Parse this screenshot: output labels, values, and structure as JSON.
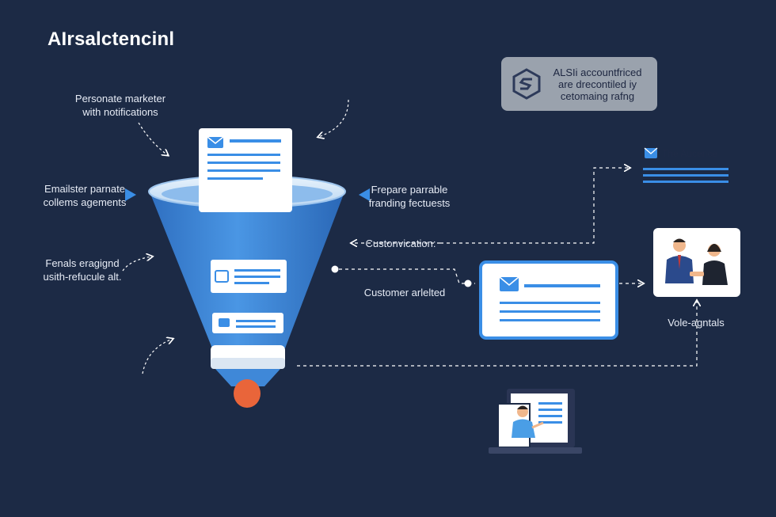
{
  "title": "AIrsalctencinl",
  "labels": {
    "personalize": [
      "Personate marketer",
      "with notifications"
    ],
    "emailster": [
      "Emailster parnate",
      "collems agements"
    ],
    "fenals": [
      "Fenals eragignd",
      "usith-refucule alt."
    ],
    "prepare": [
      "Frepare parrable",
      "franding fectuests"
    ],
    "customization": "Custonvication:",
    "customer_alerted": "Customer arlelted",
    "vole_agntals": "Vole-agntals"
  },
  "badge": {
    "lines": [
      "ALSIi accountfriced",
      "are drecontiled iy",
      "cetomaing rafng"
    ],
    "icon": "hexagon-s-logo-icon"
  },
  "audience_card": {
    "title": "The Aucerice",
    "icon": "mail-icon"
  },
  "colors": {
    "background": "#1c2a45",
    "funnel_blue": "#3f88d8",
    "funnel_light": "#cfe3f7",
    "accent_blue": "#3a8ee6",
    "drop_orange": "#e9653a",
    "badge_gray": "#9aa2ad"
  }
}
